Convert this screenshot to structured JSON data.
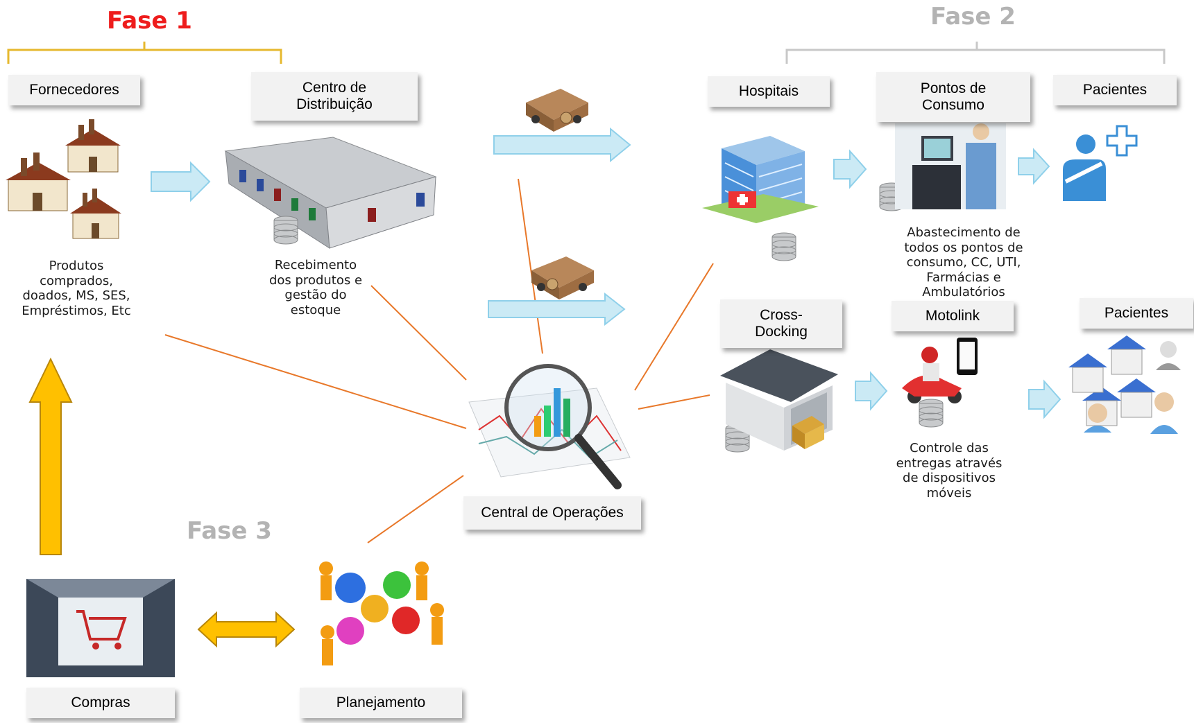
{
  "phases": {
    "fase1": "Fase 1",
    "fase2": "Fase 2",
    "fase3": "Fase 3"
  },
  "colors": {
    "fase1": "#ee1c1c",
    "fase2": "#b3b3b3",
    "fase3": "#b3b3b3",
    "connector": "#e8782a",
    "flow_arrow": "#cbeaf5",
    "big_arrow": "#ffc000",
    "bracket1": "#e6b82e",
    "bracket2": "#c8c8c8"
  },
  "labels": {
    "fornecedores": "Fornecedores",
    "centro_l1": "Centro de",
    "centro_l2": "Distribuição",
    "hospitais": "Hospitais",
    "pontos_l1": "Pontos de",
    "pontos_l2": "Consumo",
    "pacientes_top": "Pacientes",
    "cross_l1": "Cross-",
    "cross_l2": "Docking",
    "motolink": "Motolink",
    "pacientes_bottom": "Pacientes",
    "central": "Central de Operações",
    "compras": "Compras",
    "planejamento": "Planejamento"
  },
  "descriptions": {
    "produtos": [
      "Produtos",
      "comprados,",
      "doados, MS, SES,",
      "Empréstimos, Etc"
    ],
    "recebimento": [
      "Recebimento",
      "dos produtos e",
      "gestão do",
      "estoque"
    ],
    "abastecimento": [
      "Abastecimento de",
      "todos os pontos de",
      "consumo, CC, UTI,",
      "Farmácias e",
      "Ambulatórios"
    ],
    "controle": [
      "Controle das",
      "entregas através",
      "de dispositivos",
      "móveis"
    ]
  },
  "icons": [
    "factory-icon",
    "warehouse-icon",
    "database-icon",
    "delivery-truck-icon",
    "hospital-icon",
    "medical-terminal-icon",
    "patient-icon",
    "garage-icon",
    "scooter-icon",
    "smartphone-icon",
    "houses-patients-icon",
    "magnifier-chart-icon",
    "shopping-cart-key-icon",
    "gears-team-icon"
  ]
}
